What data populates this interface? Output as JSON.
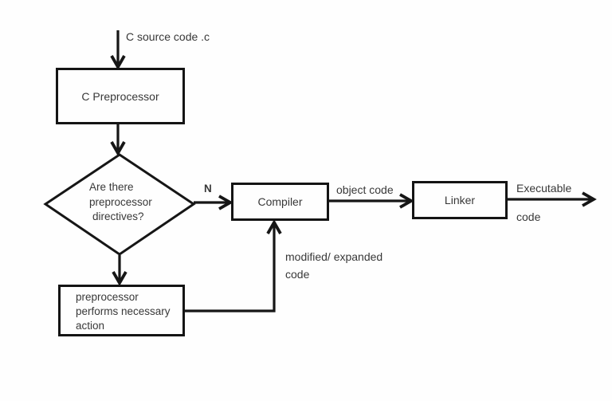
{
  "diagram": {
    "type": "flowchart",
    "subject": "C compilation process",
    "colors": {
      "background": "#fefefe",
      "line": "#161616",
      "text": "#383838"
    },
    "nodes": {
      "preprocessor": {
        "shape": "rect",
        "label": "C Preprocessor"
      },
      "decision": {
        "shape": "diamond",
        "line1": "Are there",
        "line2": "preprocessor",
        "line3": "directives?"
      },
      "compiler": {
        "shape": "rect",
        "label": "Compiler"
      },
      "linker": {
        "shape": "rect",
        "label": "Linker"
      },
      "action": {
        "shape": "rect",
        "line1": "preprocessor",
        "line2": "performs necessary",
        "line3": "action"
      }
    },
    "labels": {
      "source_code": "C source code .c",
      "decision_no": "N",
      "object_code": "object code",
      "executable_line1": "Executable",
      "executable_line2": "code",
      "modified_line1": "modified/ expanded",
      "modified_line2": "code"
    },
    "edges": [
      {
        "from": "start",
        "to": "preprocessor",
        "label": "C source code .c"
      },
      {
        "from": "preprocessor",
        "to": "decision",
        "label": ""
      },
      {
        "from": "decision",
        "to": "compiler",
        "label": "N"
      },
      {
        "from": "compiler",
        "to": "linker",
        "label": "object code"
      },
      {
        "from": "linker",
        "to": "output",
        "label": "Executable code"
      },
      {
        "from": "decision",
        "to": "action",
        "label": ""
      },
      {
        "from": "action",
        "to": "compiler",
        "label": "modified/ expanded code"
      }
    ]
  }
}
